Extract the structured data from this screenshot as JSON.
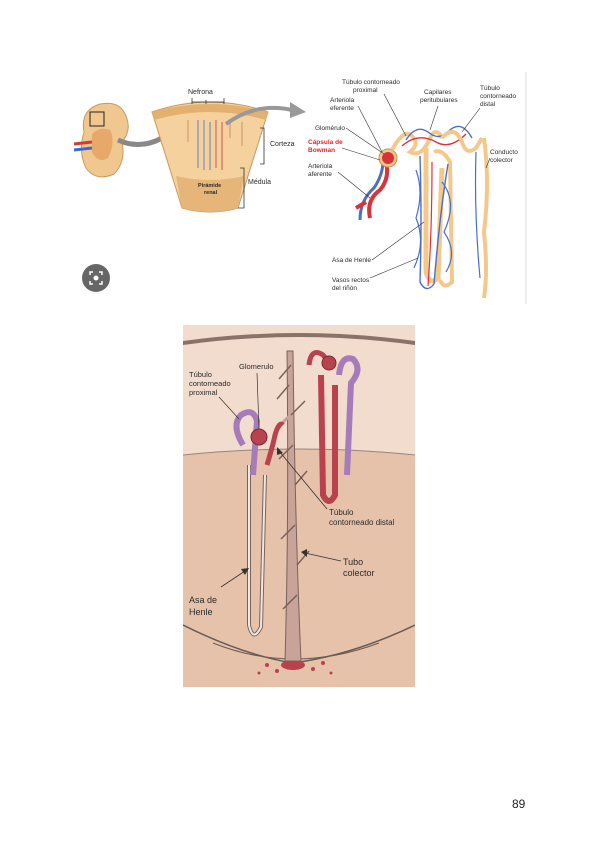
{
  "figure_top": {
    "nefrona": "Nefrona",
    "corteza": "Corteza",
    "medula": "Médula",
    "piramide_line1": "Pirámide",
    "piramide_line2": "renal",
    "tubulo_proximal_1": "Túbulo contorneado",
    "tubulo_proximal_2": "proximal",
    "arteriola_eferente_1": "Arteriola",
    "arteriola_eferente_2": "eferente",
    "glomerulo": "Glomérulo",
    "capsula_1": "Cápsula de",
    "capsula_2": "Bowman",
    "arteriola_aferente_1": "Arteriola",
    "arteriola_aferente_2": "aferente",
    "capilares_1": "Capilares",
    "capilares_2": "peritubulares",
    "tubulo_distal_1": "Túbulo",
    "tubulo_distal_2": "contorneado",
    "tubulo_distal_3": "distal",
    "conducto_1": "Conducto",
    "conducto_2": "colector",
    "asa_henle": "Asa de Henle",
    "vasos_1": "Vasos rectos",
    "vasos_2": "del riñón",
    "icon": "lens-search-icon",
    "colors": {
      "capsule_label": "#e0262a",
      "vein": "#4a6fc4",
      "artery": "#d9323a",
      "tubule": "#f3c88a"
    }
  },
  "figure_bottom": {
    "tubulo_proximal_1": "Túbulo",
    "tubulo_proximal_2": "contorneado",
    "tubulo_proximal_3": "proximal",
    "glomerulo": "Glomerulo",
    "tubulo_distal_1": "Túbulo",
    "tubulo_distal_2": "contorneado distal",
    "tubo_1": "Tubo",
    "tubo_2": "colector",
    "asa_1": "Asa de",
    "asa_2": "Henle",
    "colors": {
      "cortex": "#f2dccd",
      "medulla": "#e6c2ab",
      "proximal": "#a57bb9",
      "distal": "#b8424e"
    }
  },
  "page_number": "89"
}
